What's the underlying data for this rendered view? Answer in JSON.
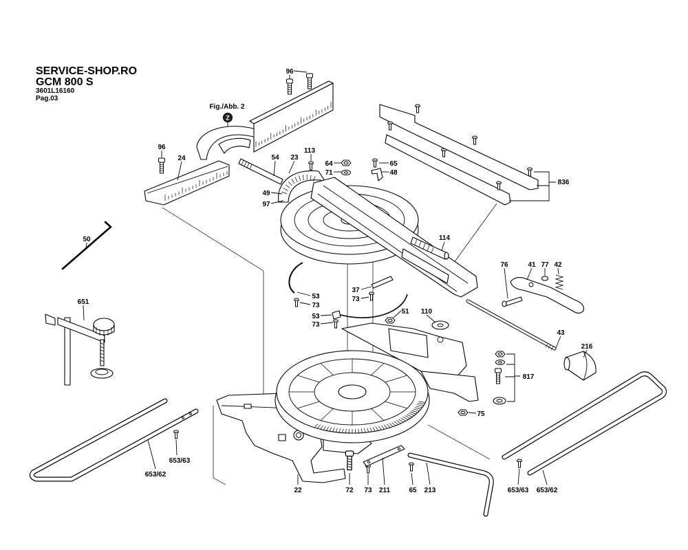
{
  "header": {
    "brand": "SERVICE-SHOP.RO",
    "model": "GCM 800 S",
    "code": "3601L16160",
    "page": "Pag.03"
  },
  "figure_ref": {
    "label": "Fig./Abb. 2",
    "marker": "Z"
  },
  "callouts": [
    "96",
    "96",
    "24",
    "54",
    "23",
    "113",
    "64",
    "71",
    "65",
    "48",
    "836",
    "49",
    "97",
    "50",
    "114",
    "76",
    "41",
    "77",
    "42",
    "53",
    "73",
    "37",
    "73",
    "51",
    "110",
    "53",
    "73",
    "651",
    "43",
    "216",
    "817",
    "75",
    "653/63",
    "653/62",
    "22",
    "72",
    "73",
    "211",
    "65",
    "213",
    "653/63",
    "653/62"
  ],
  "colors": {
    "line": "#000000",
    "background": "#ffffff"
  }
}
